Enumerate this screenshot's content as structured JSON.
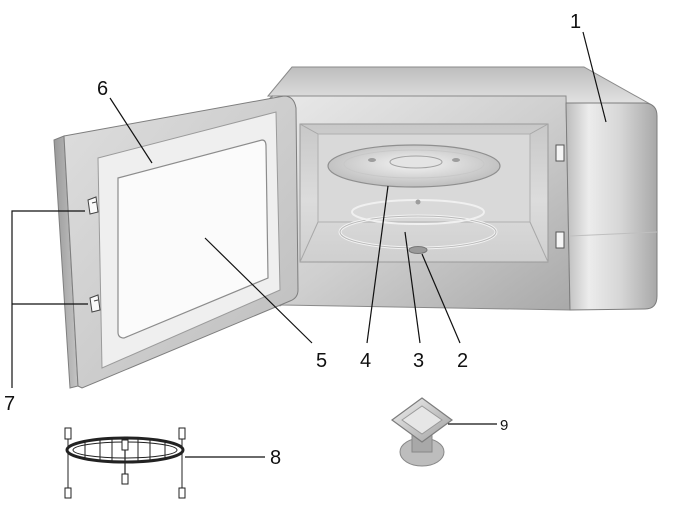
{
  "diagram": {
    "callouts": [
      {
        "id": "1",
        "label": "1"
      },
      {
        "id": "2",
        "label": "2"
      },
      {
        "id": "3",
        "label": "3"
      },
      {
        "id": "4",
        "label": "4"
      },
      {
        "id": "5",
        "label": "5"
      },
      {
        "id": "6",
        "label": "6"
      },
      {
        "id": "7",
        "label": "7"
      },
      {
        "id": "8",
        "label": "8"
      },
      {
        "id": "9",
        "label": "9"
      }
    ]
  },
  "colors": {
    "body_light": "#e6e6e6",
    "body_mid": "#c9c9c9",
    "body_dark": "#9e9e9e",
    "outline": "#7a7a7a",
    "window": "#f7f7f7",
    "line": "#111111"
  }
}
